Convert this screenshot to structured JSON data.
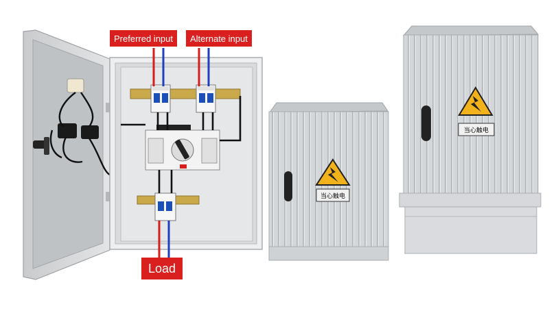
{
  "labels": {
    "preferred_input": "Preferred input",
    "alternate_input": "Alternate input",
    "load": "Load"
  },
  "signs": {
    "small_cabinet_text": "当心触电",
    "large_cabinet_text": "当心触电"
  },
  "colors": {
    "label_bg": "#d9201f",
    "label_text": "#ffffff",
    "live_wire": "#d41e1e",
    "neutral_wire": "#1f3fbf",
    "cabinet_gray": "#d6d9dc",
    "warning_yellow": "#f2b21b"
  },
  "icons": [
    "electric-shock-warning-icon",
    "door-handle-icon"
  ]
}
